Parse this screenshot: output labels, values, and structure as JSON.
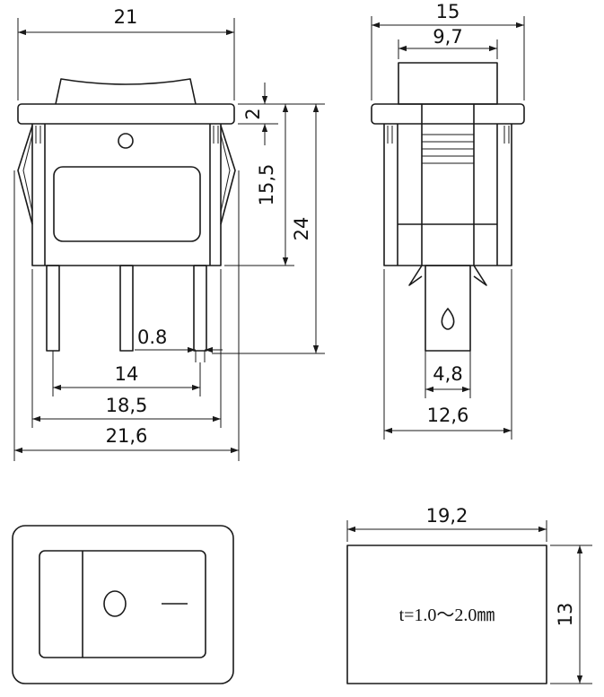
{
  "front_view": {
    "width_top": "21",
    "height_step": "2",
    "height_body": "15,5",
    "height_total": "24",
    "pin_width": "0.8",
    "pin_span_inner": "14",
    "pin_span_mid": "18,5",
    "width_bottom": "21,6"
  },
  "side_view": {
    "width_top": "15",
    "rocker_width": "9,7",
    "terminal_width": "4,8",
    "width_bottom": "12,6"
  },
  "face_view": {
    "symbol_off": "O",
    "symbol_on": "—"
  },
  "cutout_view": {
    "width": "19,2",
    "height": "13",
    "thickness_note": "t=1.0～2.0㎜"
  }
}
